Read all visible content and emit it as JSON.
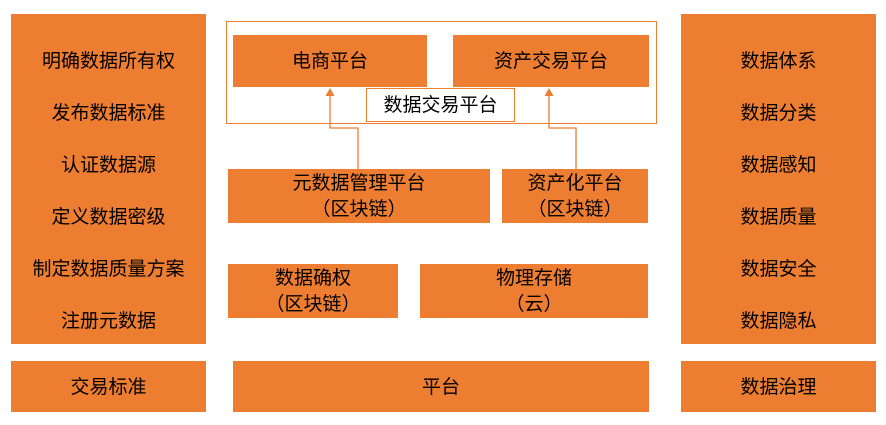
{
  "left_column": {
    "items": [
      "明确数据所有权",
      "发布数据标准",
      "认证数据源",
      "定义数据密级",
      "制定数据质量方案",
      "注册元数据"
    ]
  },
  "right_column": {
    "items": [
      "数据体系",
      "数据分类",
      "数据感知",
      "数据质量",
      "数据安全",
      "数据隐私"
    ]
  },
  "bottom_row": {
    "left": "交易标准",
    "center": "平台",
    "right": "数据治理"
  },
  "top_group": {
    "ecommerce": "电商平台",
    "asset_exchange": "资产交易平台",
    "label": "数据交易平台"
  },
  "middle_row": {
    "metadata_line1": "元数据管理平台",
    "metadata_line2": "（区块链）",
    "assetization_line1": "资产化平台",
    "assetization_line2": "（区块链）"
  },
  "lower_row": {
    "rights_line1": "数据确权",
    "rights_line2": "（区块链）",
    "storage_line1": "物理存储",
    "storage_line2": "（云）"
  },
  "colors": {
    "accent": "#ED7D31",
    "text": "#000000",
    "background": "#FFFFFF"
  }
}
